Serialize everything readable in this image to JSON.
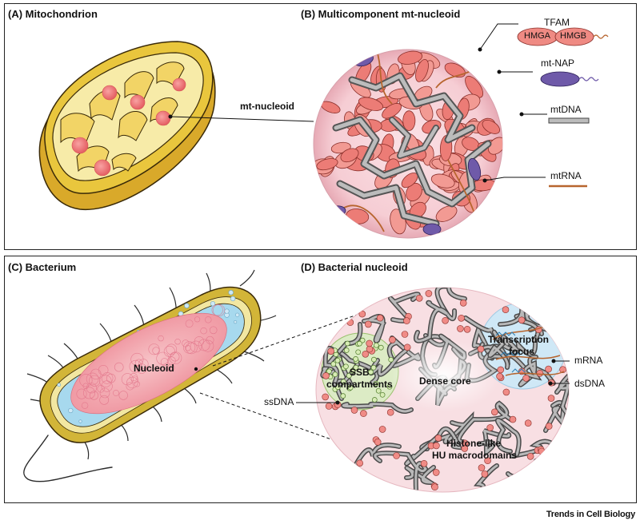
{
  "panels": {
    "a": {
      "title": "(A) Mitochondrion"
    },
    "b": {
      "title": "(B) Multicomponent mt-nucleoid"
    },
    "c": {
      "title": "(C) Bacterium"
    },
    "d": {
      "title": "(D) Bacterial nucleoid"
    }
  },
  "labels": {
    "mt_nucleoid": "mt-nucleoid",
    "tfam": "TFAM",
    "hmga": "HMGA",
    "hmgb": "HMGB",
    "mt_nap": "mt-NAP",
    "mtdna": "mtDNA",
    "mtrna": "mtRNA",
    "nucleoid": "Nucleoid",
    "ssdna": "ssDNA",
    "ssb_line1": "SSB",
    "ssb_line2": "compartments",
    "dense_core": "Dense core",
    "transcription_line1": "Transcription",
    "transcription_line2": "focus",
    "mrna": "mRNA",
    "dsdna": "dsDNA",
    "hu_line1": "Histone-like",
    "hu_line2": "HU macrodomains"
  },
  "footer": {
    "journal": "Trends in Cell Biology"
  },
  "colors": {
    "mito_outer": "#e7c23a",
    "mito_inner": "#f8eeae",
    "nucleoid_pink": "#ef6e72",
    "protein_salmon": "#f08c86",
    "nap_purple": "#7560b0",
    "dna_gray": "#8c8c8c",
    "rna_orange": "#c0682c",
    "bacterium_yellow": "#e2cd55",
    "cytoplasm_blue": "#a6d9ef",
    "ssb_green": "#b9d98a",
    "transcription_blue": "#b7dff3"
  }
}
